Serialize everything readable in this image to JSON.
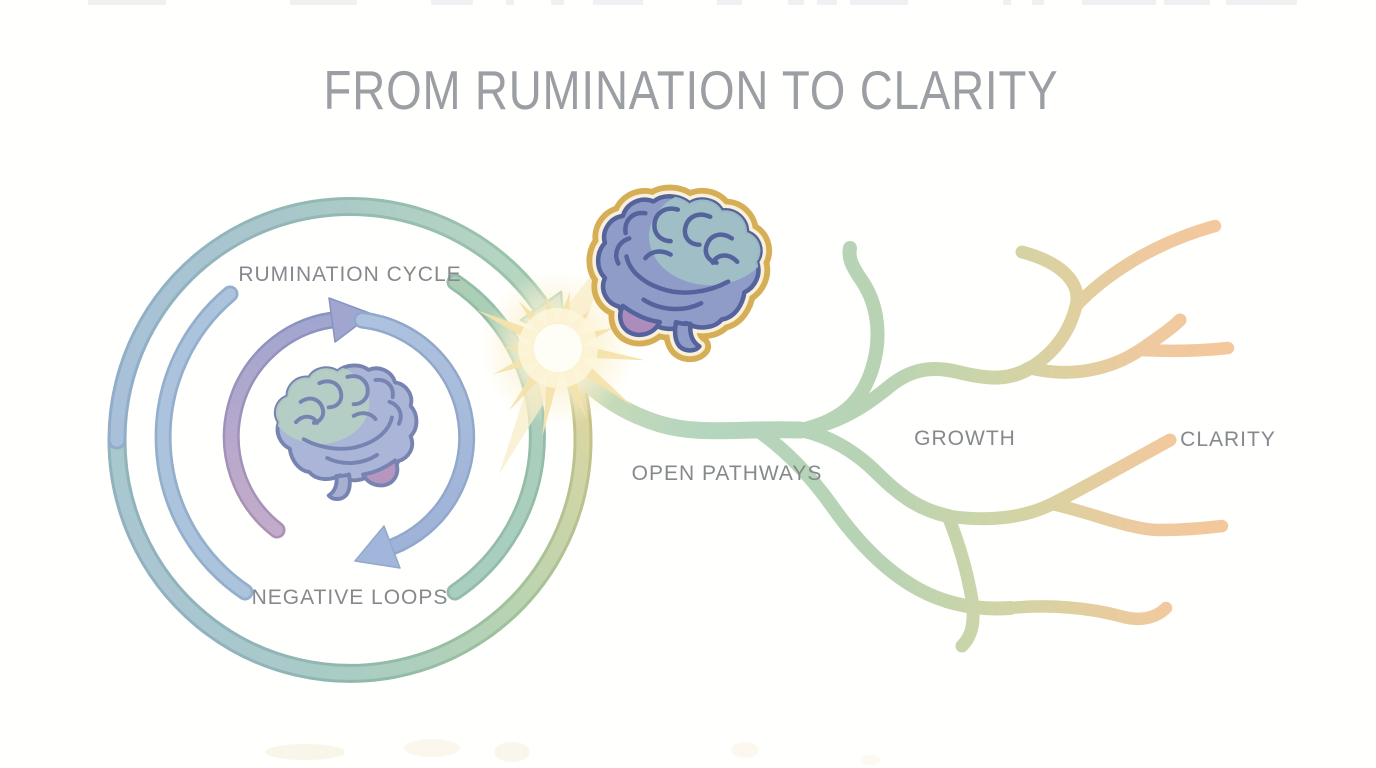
{
  "title": "FROM RUMINATION TO CLARITY",
  "cycle": {
    "top_label": "RUMINATION CYCLE",
    "bottom_label": "NEGATIVE LOOPS"
  },
  "pathways": {
    "main_label": "OPEN PATHWAYS",
    "growth_label": "GROWTH",
    "clarity_label": "CLARITY"
  },
  "icons": {
    "center_brain": "brain-icon",
    "transformed_brain": "glowing-brain-icon",
    "burst": "breakthrough-burst-icon"
  },
  "colors": {
    "title_text": "#9b9ea3",
    "label_text": "#85888d",
    "cycle_blue": "#a8c0da",
    "cycle_green": "#b7d7bd",
    "cycle_purple": "#b6a8cc",
    "pathway_green": "#b4d5bf",
    "pathway_yellow": "#e1cf9f",
    "pathway_orange": "#f4c89b",
    "burst_yellow": "#f5e3ab",
    "brain_halo_gold": "#d6ae56"
  }
}
